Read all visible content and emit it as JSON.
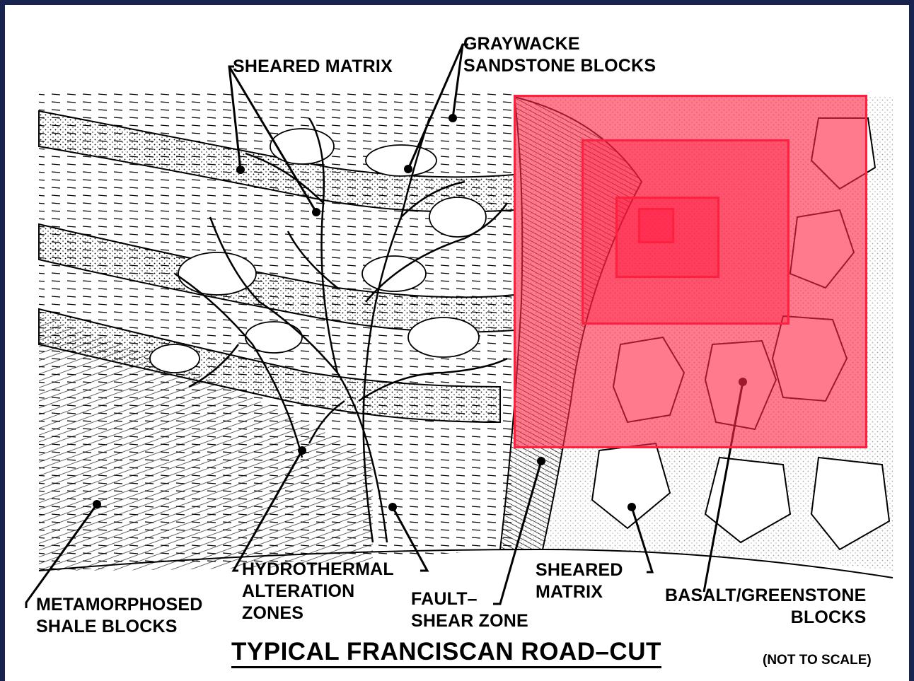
{
  "diagram": {
    "title": "TYPICAL FRANCISCAN ROAD–CUT",
    "note": "(NOT TO SCALE)",
    "labels": {
      "sheared_matrix_top": "SHEARED MATRIX",
      "graywacke_line1": "GRAYWACKE",
      "graywacke_line2": "SANDSTONE BLOCKS",
      "shale_line1": "METAMORPHOSED",
      "shale_line2": "SHALE BLOCKS",
      "hydro_line1": "HYDROTHERMAL",
      "hydro_line2": "ALTERATION",
      "hydro_line3": "ZONES",
      "fault_line1": "FAULT–",
      "fault_line2": "SHEAR ZONE",
      "sheared_matrix_bottom_line1": "SHEARED",
      "sheared_matrix_bottom_line2": "MATRIX",
      "basalt_line1": "BASALT/GREENSTONE",
      "basalt_line2": "BLOCKS"
    }
  },
  "highlight": {
    "color": "#ff1f3f",
    "boxes": 4
  }
}
